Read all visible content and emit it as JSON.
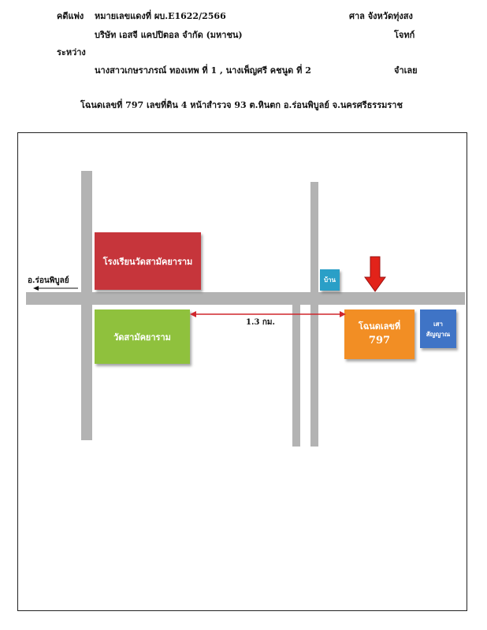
{
  "header": {
    "case_type": "คดีแพ่ง",
    "case_number": "หมายเลขแดงที่ ผบ.E1622/2566",
    "court": "ศาล จังหวัดทุ่งสง",
    "plaintiff_name": "บริษัท เอสจี แคปปิตอล จำกัด (มหาชน)",
    "plaintiff_role": "โจทก์",
    "between": "ระหว่าง",
    "defendant_names": "นางสาวเกษราภรณ์ ทองเทพ ที่ 1 , นางเพ็ญศรี คชนูด ที่ 2",
    "defendant_role": "จำเลย",
    "deed_line": "โฉนดเลขที่ 797 เลขที่ดิน 4 หน้าสำรวจ 93 ต.หินตก อ.ร่อนพิบูลย์ จ.นครศรีธรรมราช"
  },
  "map": {
    "school": "โรงเรียนวัดสามัคยาราม",
    "temple": "วัดสามัคยาราม",
    "house": "บ้าน",
    "deed_line1": "โฉนดเลขที่",
    "deed_line2": "797",
    "pole_line1": "เสา",
    "pole_line2": "สัญญาณ",
    "direction": "อ.ร่อนพิบูลย์",
    "distance": "1.3 กม."
  },
  "colors": {
    "school": "#c6353b",
    "temple": "#8fc13d",
    "house": "#2a9fc7",
    "deed": "#f28e24",
    "pole": "#3f74c6",
    "road": "#b3b3b3",
    "arrow": "#e2231a",
    "distance_line": "#d0262c"
  }
}
